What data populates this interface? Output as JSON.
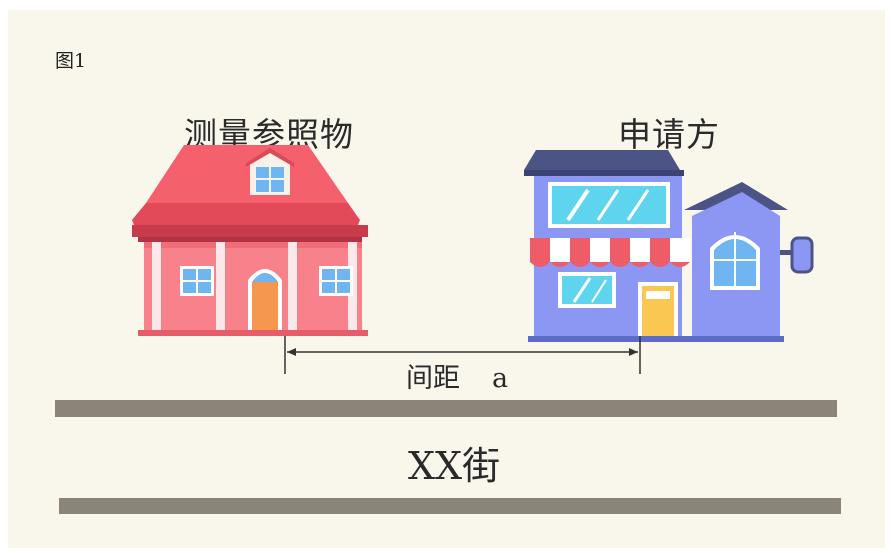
{
  "figure": {
    "label": "图1"
  },
  "buildings": {
    "reference": {
      "caption": "测量参照物"
    },
    "applicant": {
      "caption": "申请方"
    }
  },
  "measurement": {
    "label": "间距",
    "variable": "a"
  },
  "street": {
    "name": "XX街"
  },
  "colors": {
    "background": "#f9f6ec",
    "road": "#8a8578",
    "reference_house": "#f4606b",
    "applicant_shop": "#7f8ef0"
  }
}
